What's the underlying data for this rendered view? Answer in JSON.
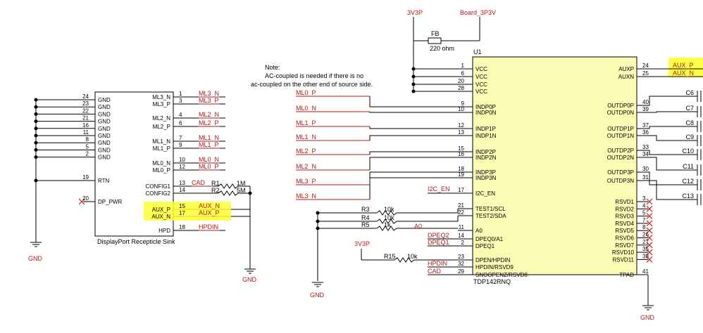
{
  "colors": {
    "wire": "#000000",
    "net_label": "#b01818",
    "ic_body": "#fcfcb4",
    "highlight": "#ffff33",
    "no_connect": "#d22020"
  },
  "left_connector": {
    "caption": "DisplayPort Recepticle Sink",
    "gnd_pins": [
      {
        "num": "24",
        "name": "GND"
      },
      {
        "num": "23",
        "name": "GND"
      },
      {
        "num": "22",
        "name": "GND"
      },
      {
        "num": "21",
        "name": "GND"
      },
      {
        "num": "16",
        "name": "GND"
      },
      {
        "num": "11",
        "name": "GND"
      },
      {
        "num": "8",
        "name": "GND"
      },
      {
        "num": "5",
        "name": "GND"
      },
      {
        "num": "2",
        "name": "GND"
      }
    ],
    "rtn_pin": {
      "num": "19",
      "name": "RTN"
    },
    "pwr_pin": {
      "num": "20",
      "name": "DP_PWR"
    },
    "right_pins": [
      {
        "num": "1",
        "name": "ML3_N",
        "net": "ML3_N"
      },
      {
        "num": "3",
        "name": "ML3_P",
        "net": "ML3_P"
      },
      {
        "num": "4",
        "name": "ML2_N",
        "net": "ML2_N"
      },
      {
        "num": "6",
        "name": "ML2_P",
        "net": "ML2_P"
      },
      {
        "num": "7",
        "name": "ML1_N",
        "net": "ML1_N"
      },
      {
        "num": "9",
        "name": "ML1_P",
        "net": "ML1_P"
      },
      {
        "num": "10",
        "name": "ML0_N",
        "net": "ML0_N"
      },
      {
        "num": "12",
        "name": "ML0_P",
        "net": "ML0_P"
      },
      {
        "num": "13",
        "name": "CONFIG1",
        "net": "CAD"
      },
      {
        "num": "14",
        "name": "CONFIG2",
        "net": ""
      },
      {
        "num": "15",
        "name": "AUX_P",
        "net": "AUX_N"
      },
      {
        "num": "17",
        "name": "AUX_N",
        "net": "AUX_P"
      },
      {
        "num": "18",
        "name": "HPD",
        "net": "HPDIN"
      }
    ],
    "r1": {
      "ref": "R1",
      "value": "1M"
    },
    "r2": {
      "ref": "R2",
      "value": "5M"
    },
    "gnd_label_1": "GND",
    "gnd_label_2": "GND"
  },
  "rails": {
    "v33": "3V3P",
    "board": "Board_3P3V",
    "v33_b": "3V3P"
  },
  "ferrite": {
    "ref": "FB",
    "value": "220 ohm"
  },
  "note": {
    "title": "Note:",
    "line1": "AC-coupled is needed if there is no",
    "line2": "ac-coupled on the other end of source side."
  },
  "ic": {
    "ref": "U1",
    "part": "TDP142RNQ",
    "vcc_pins": [
      {
        "num": "1",
        "name": "VCC"
      },
      {
        "num": "6",
        "name": "VCC"
      },
      {
        "num": "20",
        "name": "VCC"
      },
      {
        "num": "28",
        "name": "VCC"
      }
    ],
    "in_pins": [
      {
        "num": "9",
        "name": "INDP0P",
        "net": "ML0_P"
      },
      {
        "num": "10",
        "name": "INDP0N",
        "net": "ML0_N"
      },
      {
        "num": "12",
        "name": "INDP1P",
        "net": "ML1_P"
      },
      {
        "num": "13",
        "name": "INDP1N",
        "net": "ML1_N"
      },
      {
        "num": "15",
        "name": "INDP2P",
        "net": "ML2_P"
      },
      {
        "num": "16",
        "name": "INDP2N",
        "net": "ML2_N"
      },
      {
        "num": "18",
        "name": "INDP3P",
        "net": "ML3_P"
      },
      {
        "num": "19",
        "name": "INDP3N",
        "net": "ML3_N"
      }
    ],
    "i2c_pin": {
      "num": "17",
      "name": "I2C_EN",
      "net": "I2C_EN"
    },
    "test_pins": [
      {
        "num": "21",
        "name": "TEST1/SCL",
        "ref": "R3",
        "value": "10k"
      },
      {
        "num": "22",
        "name": "TEST2/SDA",
        "ref": "R4",
        "value": "10k"
      },
      {
        "num": "11",
        "name": "A0",
        "ref": "R5",
        "value": "1k",
        "net": "A0"
      }
    ],
    "dpeq_pins": [
      {
        "num": "14",
        "name": "DPEQ0/A1",
        "net": "DPEQ2"
      },
      {
        "num": "2",
        "name": "DPEQ1",
        "net": "DPEQ1"
      }
    ],
    "bottom_pins": [
      {
        "num": "23",
        "name": "DPEN/HPDIN",
        "net": ""
      },
      {
        "num": "32",
        "name": "HPDIN/RSVD9",
        "net": "HPDIN"
      },
      {
        "num": "29",
        "name": "SNOOPENZ/RSVD8",
        "net": "CAD"
      }
    ],
    "r15": {
      "ref": "R15",
      "value": "10k"
    },
    "aux_pins": [
      {
        "num": "24",
        "name": "AUXP",
        "net": "AUX_P"
      },
      {
        "num": "25",
        "name": "AUXN",
        "net": "AUX_N"
      }
    ],
    "out_pins": [
      {
        "num": "40",
        "name": "OUTDP0P",
        "cap": "C6"
      },
      {
        "num": "39",
        "name": "OUTDP0N",
        "cap": "C7"
      },
      {
        "num": "37",
        "name": "OUTDP1P",
        "cap": "C8"
      },
      {
        "num": "36",
        "name": "OUTDP1N",
        "cap": "C9"
      },
      {
        "num": "33",
        "name": "OUTDP2P",
        "cap": "C10"
      },
      {
        "num": "34",
        "name": "OUTDP2N",
        "cap": "C11"
      },
      {
        "num": "30",
        "name": "OUTDP3P",
        "cap": "C12"
      },
      {
        "num": "31",
        "name": "OUTDP3N",
        "cap": "C13"
      }
    ],
    "rsvd_pins": [
      {
        "num": "3",
        "name": "RSVD1"
      },
      {
        "num": "4",
        "name": "RSVD2"
      },
      {
        "num": "5",
        "name": "RSVD3"
      },
      {
        "num": "7",
        "name": "RSVD4"
      },
      {
        "num": "8",
        "name": "RSVD5"
      },
      {
        "num": "26",
        "name": "RSVD6"
      },
      {
        "num": "27",
        "name": "RSVD7"
      },
      {
        "num": "35",
        "name": "RSVD10"
      },
      {
        "num": "38",
        "name": "RSVD11"
      }
    ],
    "tpad": {
      "num": "41",
      "name": "TPAD"
    },
    "gnd_label_tpad": "GND",
    "gnd_label_test": "GND"
  }
}
